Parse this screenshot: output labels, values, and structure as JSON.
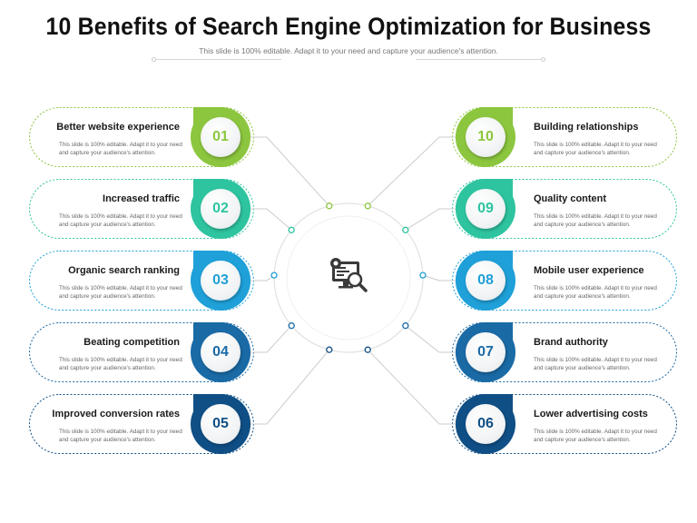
{
  "header": {
    "title": "10 Benefits of Search Engine Optimization for Business",
    "subtitle": "This slide is 100% editable. Adapt it to your need and capture your audience's attention."
  },
  "center": {
    "icon": "seo-search-monitor-icon"
  },
  "items": [
    {
      "number": "01",
      "title": "Better website experience",
      "text": "This slide is 100% editable.  Adapt it to your need and capture your audience's attention.",
      "color": "#8cc63f"
    },
    {
      "number": "02",
      "title": "Increased traffic",
      "text": "This slide is 100% editable.  Adapt it to your need and capture your audience's attention.",
      "color": "#2ec4a0"
    },
    {
      "number": "03",
      "title": "Organic search ranking",
      "text": "This slide is 100% editable.  Adapt it to your need and capture your audience's attention.",
      "color": "#1fa0d8"
    },
    {
      "number": "04",
      "title": "Beating competition",
      "text": "This slide is 100% editable.  Adapt it to your need and capture your audience's attention.",
      "color": "#1a6aa6"
    },
    {
      "number": "05",
      "title": "Improved conversion rates",
      "text": "This slide is 100% editable.  Adapt it to your need and capture your audience's attention.",
      "color": "#0f4f86"
    },
    {
      "number": "06",
      "title": "Lower advertising costs",
      "text": "This slide is 100% editable.  Adapt it to your need and capture your audience's attention.",
      "color": "#0f4f86"
    },
    {
      "number": "07",
      "title": "Brand authority",
      "text": "This slide is 100% editable.  Adapt it to your need and capture your audience's attention.",
      "color": "#1a6aa6"
    },
    {
      "number": "08",
      "title": "Mobile user experience",
      "text": "This slide is 100% editable.  Adapt it to your need and capture your audience's attention.",
      "color": "#1fa0d8"
    },
    {
      "number": "09",
      "title": "Quality content",
      "text": "This slide is 100% editable.  Adapt it to your need and capture your audience's attention.",
      "color": "#2ec4a0"
    },
    {
      "number": "10",
      "title": "Building relationships",
      "text": "This slide is 100% editable.  Adapt it to your need and capture your audience's attention.",
      "color": "#8cc63f"
    }
  ]
}
